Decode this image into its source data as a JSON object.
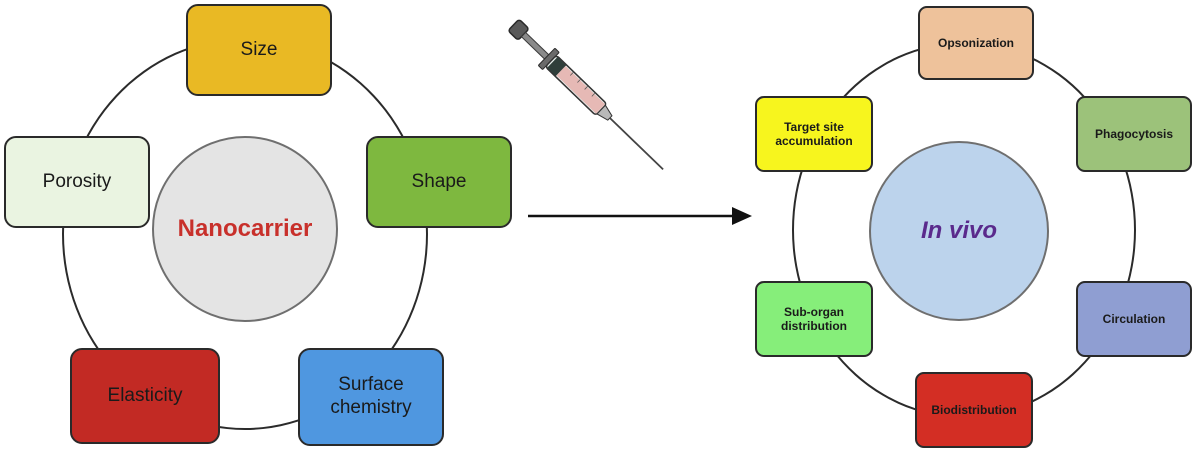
{
  "left": {
    "center_label": "Nanocarrier",
    "nodes": [
      {
        "label": "Size",
        "color": "#e9b924"
      },
      {
        "label": "Shape",
        "color": "#7eb83f"
      },
      {
        "label": "Surface\nchemistry",
        "color": "#4f97e0"
      },
      {
        "label": "Elasticity",
        "color": "#c22a24"
      },
      {
        "label": "Porosity",
        "color": "#eaf4e1"
      }
    ]
  },
  "right": {
    "center_label": "In vivo",
    "nodes": [
      {
        "label": "Opsonization",
        "color": "#eec29b"
      },
      {
        "label": "Phagocytosis",
        "color": "#9cc27a"
      },
      {
        "label": "Circulation",
        "color": "#8f9ed2"
      },
      {
        "label": "Biodistribution",
        "color": "#d32e24"
      },
      {
        "label": "Sub-organ\ndistribution",
        "color": "#86ee7a"
      },
      {
        "label": "Target site\naccumulation",
        "color": "#f7f51e"
      }
    ]
  },
  "colors": {
    "nanocarrier_text": "#c8302b",
    "invivo_text": "#5a2a8c",
    "left_core_fill": "#e4e4e4",
    "right_core_fill": "#bcd3ec"
  },
  "icons": [
    "syringe-icon",
    "arrow-right-icon"
  ]
}
